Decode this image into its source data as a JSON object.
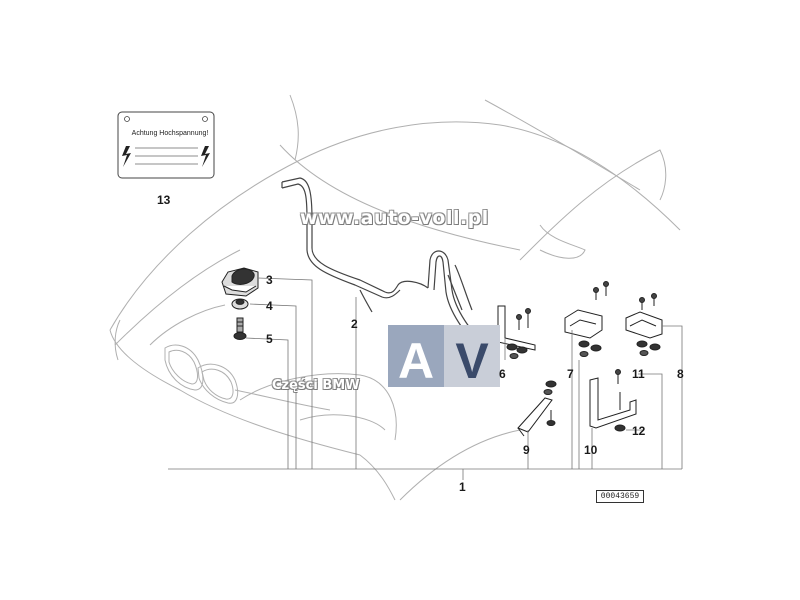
{
  "watermarks": {
    "url": "www.auto-voll.pl",
    "parts": "Części BMW"
  },
  "logo": {
    "letters": [
      "A",
      "V"
    ],
    "colors": {
      "a": "#9aa7bd",
      "v": "#c9ced8",
      "a_text": "#ffffff",
      "v_text": "#3a4a6a"
    }
  },
  "label_plate": {
    "text": "Achtung Hochspannung!"
  },
  "callouts": [
    "1",
    "2",
    "3",
    "4",
    "5",
    "6",
    "7",
    "8",
    "9",
    "10",
    "11",
    "12",
    "13"
  ],
  "document_id": "00043659"
}
